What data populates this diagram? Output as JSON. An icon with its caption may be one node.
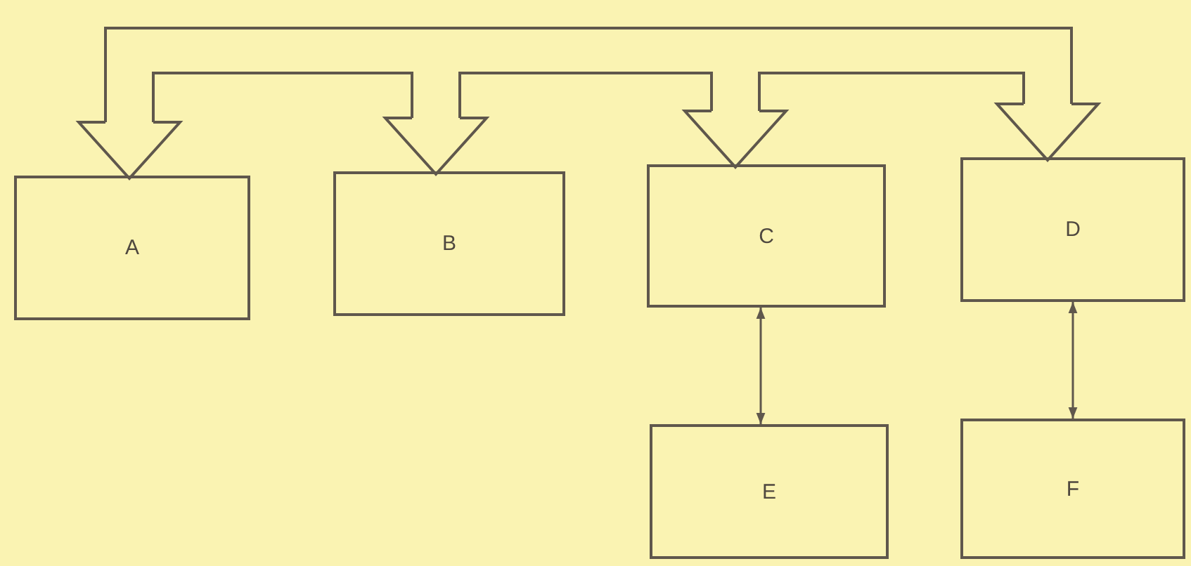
{
  "diagram": {
    "nodes": [
      {
        "text": [],
        "shape": "bar"
      },
      {
        "text": [
          "A"
        ]
      },
      {
        "text": [
          "B"
        ]
      },
      {
        "text": [
          "C"
        ]
      },
      {
        "text": [
          "D"
        ]
      },
      {
        "text": [
          "E"
        ]
      },
      {
        "text": [
          "F"
        ]
      }
    ],
    "edges": [
      {
        "from": 0,
        "to": 1,
        "arrow": "to"
      },
      {
        "from": 0,
        "to": 2,
        "arrow": "to"
      },
      {
        "from": 0,
        "to": 3,
        "arrow": "to"
      },
      {
        "from": 0,
        "to": 4,
        "arrow": "to"
      },
      {
        "from": 3,
        "to": 5,
        "arrow": "both"
      },
      {
        "from": 4,
        "to": 6,
        "arrow": "both"
      }
    ]
  }
}
